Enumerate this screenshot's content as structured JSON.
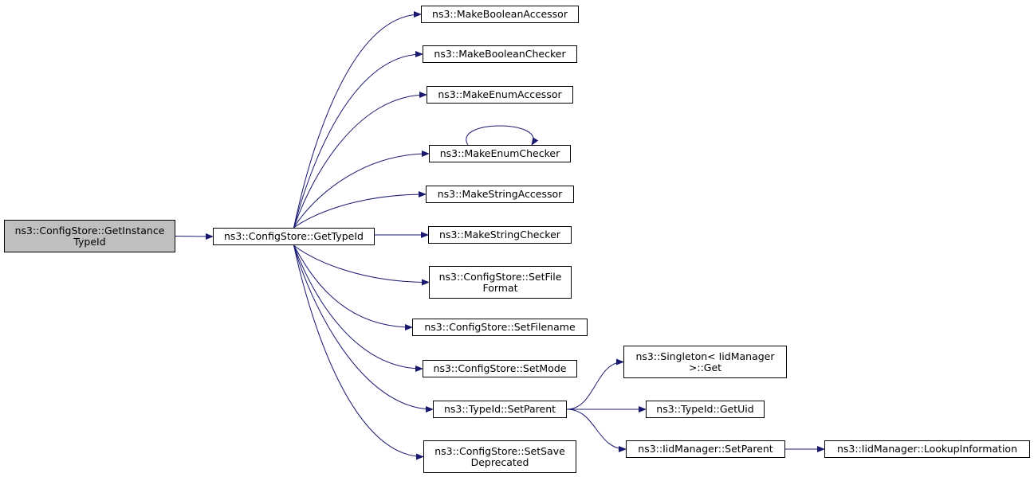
{
  "diagram": {
    "type": "call-graph",
    "colors": {
      "edge": "#191970",
      "root_fill": "#bfbfbf",
      "node_fill": "#ffffff",
      "border": "#000000"
    },
    "nodes": [
      {
        "id": "get-instance-type-id",
        "label": "ns3::ConfigStore::GetInstance\nTypeId",
        "root": true
      },
      {
        "id": "get-type-id",
        "label": "ns3::ConfigStore::GetTypeId"
      },
      {
        "id": "make-boolean-accessor",
        "label": "ns3::MakeBooleanAccessor"
      },
      {
        "id": "make-boolean-checker",
        "label": "ns3::MakeBooleanChecker"
      },
      {
        "id": "make-enum-accessor",
        "label": "ns3::MakeEnumAccessor"
      },
      {
        "id": "make-enum-checker",
        "label": "ns3::MakeEnumChecker"
      },
      {
        "id": "make-string-accessor",
        "label": "ns3::MakeStringAccessor"
      },
      {
        "id": "make-string-checker",
        "label": "ns3::MakeStringChecker"
      },
      {
        "id": "set-file-format",
        "label": "ns3::ConfigStore::SetFile\nFormat"
      },
      {
        "id": "set-filename",
        "label": "ns3::ConfigStore::SetFilename"
      },
      {
        "id": "set-mode",
        "label": "ns3::ConfigStore::SetMode"
      },
      {
        "id": "typeid-set-parent",
        "label": "ns3::TypeId::SetParent"
      },
      {
        "id": "set-save-deprecated",
        "label": "ns3::ConfigStore::SetSave\nDeprecated"
      },
      {
        "id": "singleton-get",
        "label": "ns3::Singleton< IidManager\n>::Get"
      },
      {
        "id": "typeid-get-uid",
        "label": "ns3::TypeId::GetUid"
      },
      {
        "id": "iidmanager-set-parent",
        "label": "ns3::IidManager::SetParent"
      },
      {
        "id": "iidmanager-lookup-information",
        "label": "ns3::IidManager::LookupInformation"
      }
    ],
    "edges": [
      {
        "from": "get-instance-type-id",
        "to": "get-type-id"
      },
      {
        "from": "get-type-id",
        "to": "make-boolean-accessor"
      },
      {
        "from": "get-type-id",
        "to": "make-boolean-checker"
      },
      {
        "from": "get-type-id",
        "to": "make-enum-accessor"
      },
      {
        "from": "get-type-id",
        "to": "make-enum-checker"
      },
      {
        "from": "make-enum-checker",
        "to": "make-enum-checker"
      },
      {
        "from": "get-type-id",
        "to": "make-string-accessor"
      },
      {
        "from": "get-type-id",
        "to": "make-string-checker"
      },
      {
        "from": "get-type-id",
        "to": "set-file-format"
      },
      {
        "from": "get-type-id",
        "to": "set-filename"
      },
      {
        "from": "get-type-id",
        "to": "set-mode"
      },
      {
        "from": "get-type-id",
        "to": "typeid-set-parent"
      },
      {
        "from": "get-type-id",
        "to": "set-save-deprecated"
      },
      {
        "from": "typeid-set-parent",
        "to": "singleton-get"
      },
      {
        "from": "typeid-set-parent",
        "to": "typeid-get-uid"
      },
      {
        "from": "typeid-set-parent",
        "to": "iidmanager-set-parent"
      },
      {
        "from": "iidmanager-set-parent",
        "to": "iidmanager-lookup-information"
      }
    ]
  }
}
